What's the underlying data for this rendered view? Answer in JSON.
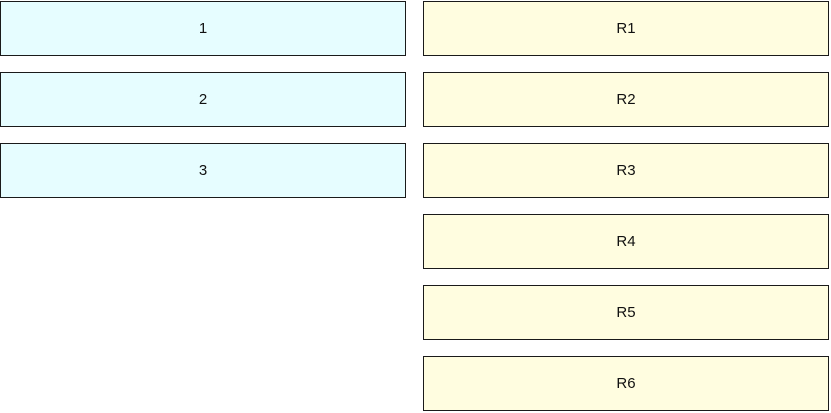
{
  "left_items": [
    {
      "label": "1"
    },
    {
      "label": "2"
    },
    {
      "label": "3"
    }
  ],
  "right_items": [
    {
      "label": "R1"
    },
    {
      "label": "R2"
    },
    {
      "label": "R3"
    },
    {
      "label": "R4"
    },
    {
      "label": "R5"
    },
    {
      "label": "R6"
    }
  ],
  "colors": {
    "left_fill": "#e6fdff",
    "right_fill": "#fffde0",
    "border": "#1a1a1a"
  }
}
